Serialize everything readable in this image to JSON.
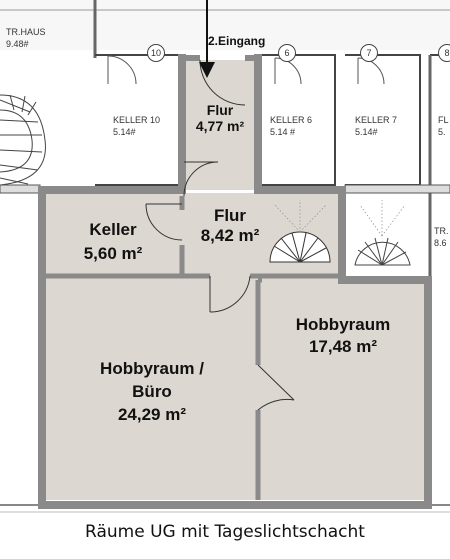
{
  "rooms": {
    "flur_small": {
      "name": "Flur",
      "area": "4,77 m²"
    },
    "keller": {
      "name": "Keller",
      "area": "5,60 m²"
    },
    "flur_large": {
      "name": "Flur",
      "area": "8,42 m²"
    },
    "hobbyraum_large": {
      "name_line1": "Hobbyraum /",
      "name_line2": "Büro",
      "area": "24,29 m²"
    },
    "hobbyraum_small": {
      "name": "Hobbyraum",
      "area": "17,48 m²"
    }
  },
  "entrance_label": "2.Eingang",
  "other_labels": {
    "trhaus_name": "TR.HAUS",
    "trhaus_area": "9.48#",
    "keller10_name": "KELLER 10",
    "keller10_area": "5.14#",
    "keller6_name": "KELLER 6",
    "keller6_area": "5.14 #",
    "keller7_name": "KELLER 7",
    "keller7_area": "5.14#",
    "fl_cut": "FL",
    "fl_area_cut": "5.",
    "tr_cut": "TR.",
    "tr_area_cut": "8.6"
  },
  "unit_numbers": [
    "10",
    "6",
    "7",
    "8"
  ],
  "caption": "Räume UG mit Tageslichtschacht",
  "colors": {
    "highlight_fill": "#dcd7d0",
    "wall": "#8a8a8a",
    "wall_dark": "#555555",
    "line": "#333333"
  }
}
